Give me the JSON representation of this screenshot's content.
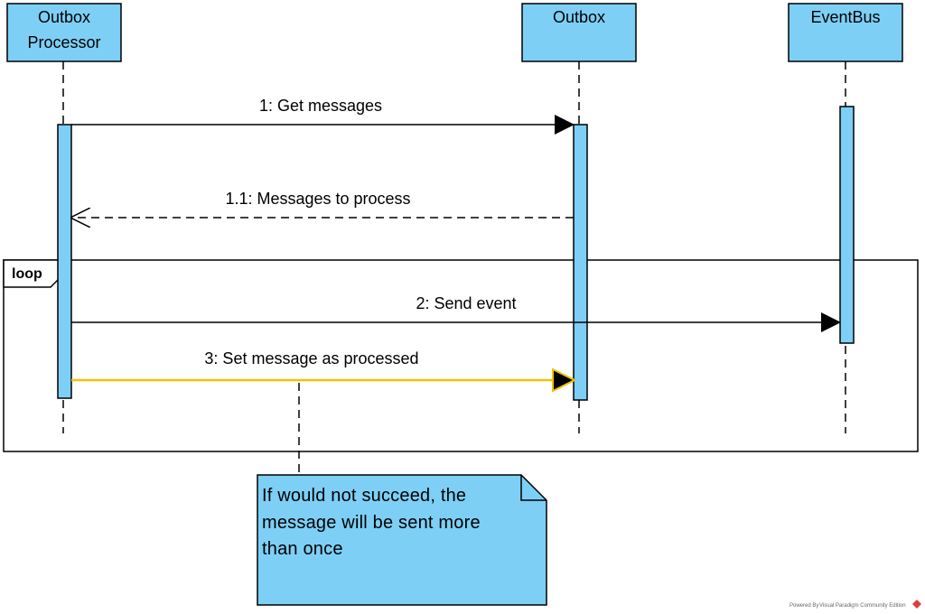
{
  "participants": [
    {
      "id": "outbox-processor",
      "lines": [
        "Outbox",
        "Processor"
      ]
    },
    {
      "id": "outbox",
      "lines": [
        "Outbox"
      ]
    },
    {
      "id": "eventbus",
      "lines": [
        "EventBus"
      ]
    }
  ],
  "messages": [
    {
      "label": "1: Get messages",
      "style": "sync"
    },
    {
      "label": "1.1: Messages to process",
      "style": "return"
    },
    {
      "label": "2: Send event",
      "style": "sync"
    },
    {
      "label": "3: Set message as processed",
      "style": "sync-highlighted"
    }
  ],
  "frame": {
    "operator": "loop"
  },
  "note": {
    "lines": [
      "If would not succeed, the",
      "message will be sent more",
      "than once"
    ]
  },
  "watermark": {
    "prefix": "Powered By",
    "product": "Visual Paradigm Community Edition"
  },
  "colors": {
    "participant_fill": "#7dcff5",
    "activation_fill": "#7dcff5",
    "note_fill": "#7dcff5",
    "highlight_message": "#f2c200",
    "line": "#000000",
    "watermark_logo": "#d9423a"
  }
}
